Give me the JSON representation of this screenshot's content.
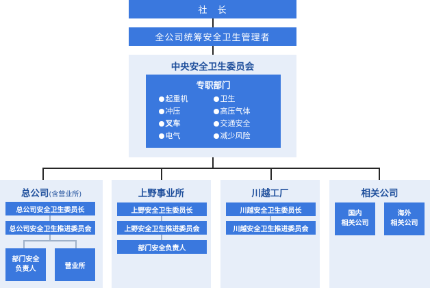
{
  "president": "社　长",
  "coordinator": "全公司统筹安全卫生管理者",
  "central_committee": {
    "title": "中央安全卫生委员会",
    "dept_title": "专职部门",
    "items": [
      "起重机",
      "卫生",
      "冲压",
      "高压气体",
      "叉车",
      "交通安全",
      "电气",
      "减少风险"
    ]
  },
  "head_office": {
    "title": "总公司",
    "subtitle": "(含营业所)",
    "chief": "总公司安全卫生委员长",
    "promotion": "总公司安全卫生推进委员会",
    "dept_manager_line1": "部门安全",
    "dept_manager_line2": "负责人",
    "sales_office": "营业所"
  },
  "ueno": {
    "title": "上野事业所",
    "chief": "上野安全卫生委员长",
    "promotion": "上野安全卫生推进委员会",
    "dept_manager": "部门安全负责人"
  },
  "kawagoe": {
    "title": "川越工厂",
    "chief": "川越安全卫生委员长",
    "promotion": "川越安全卫生推进委员会"
  },
  "related": {
    "title": "相关公司",
    "domestic_line1": "国内",
    "domestic_line2": "相关公司",
    "overseas_line1": "海外",
    "overseas_line2": "相关公司"
  },
  "colors": {
    "box_blue": "#3a78de",
    "panel_bg": "#e7eef9",
    "title_blue": "#1f4f9c",
    "connector": "#262626"
  }
}
